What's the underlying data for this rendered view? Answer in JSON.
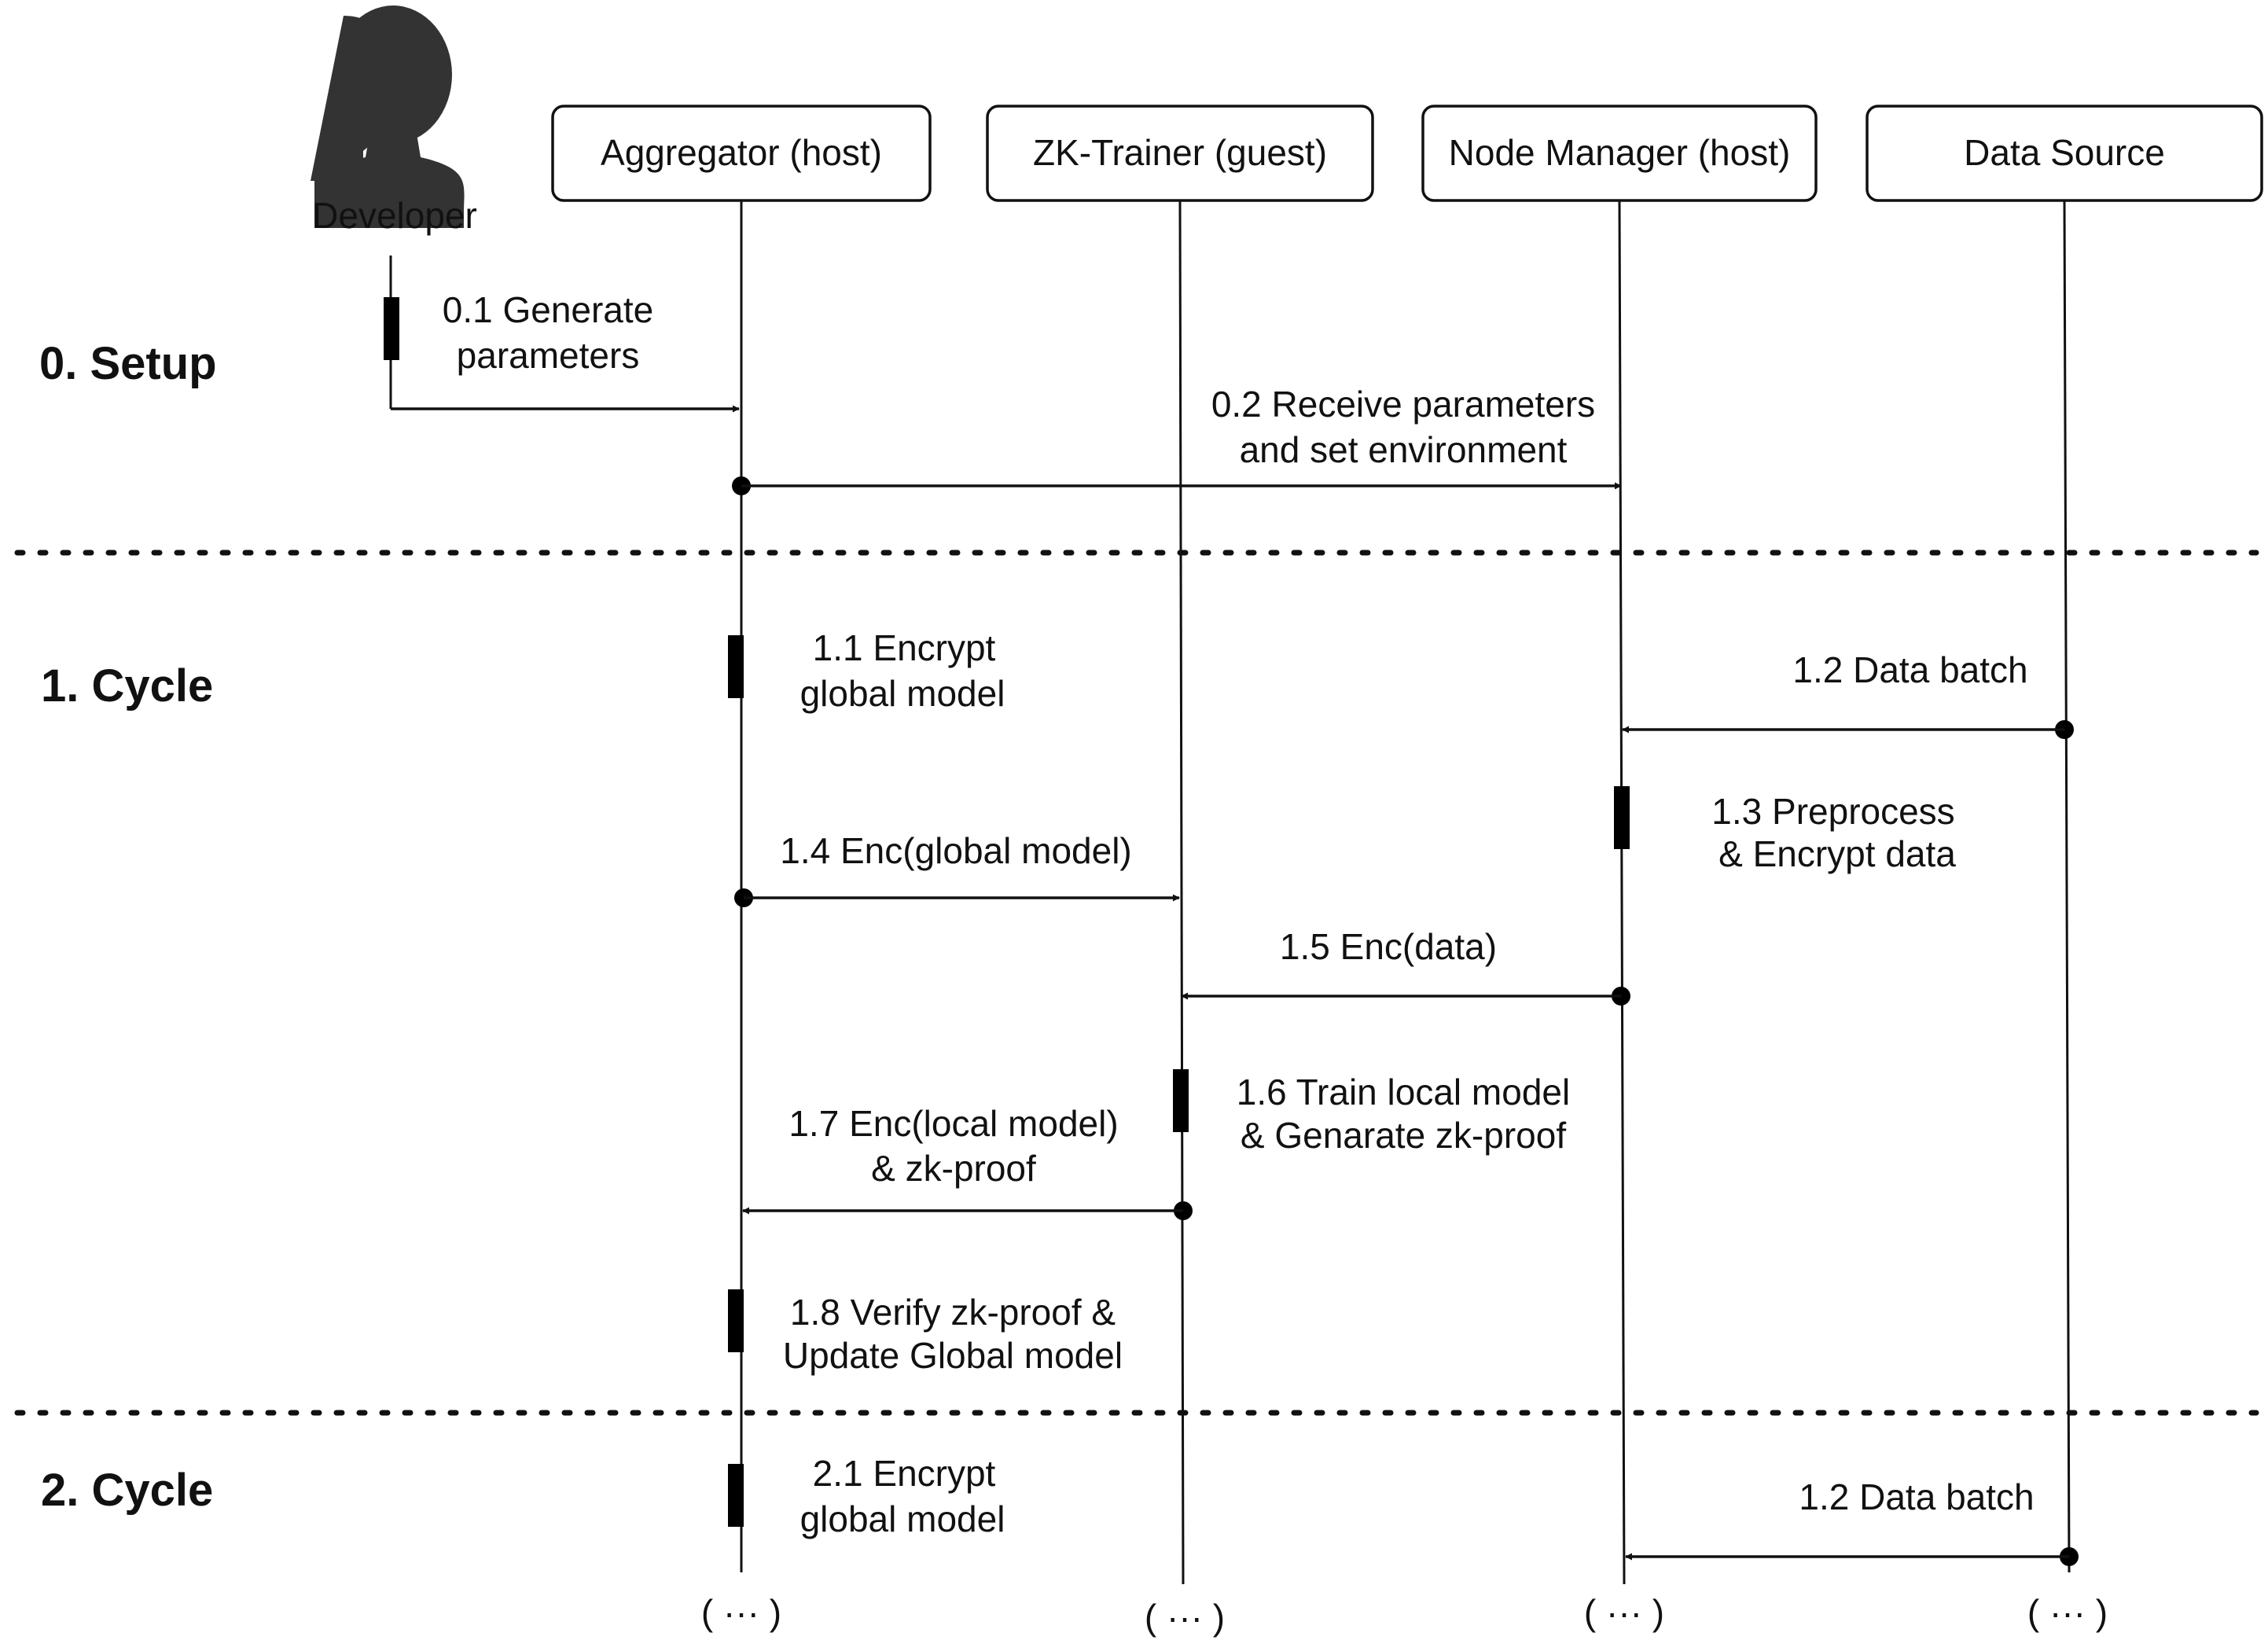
{
  "actor": {
    "label": "Developer",
    "icon": "person-icon"
  },
  "participants": [
    {
      "id": "aggregator",
      "label": "Aggregator (host)"
    },
    {
      "id": "zk_trainer",
      "label": "ZK-Trainer (guest)"
    },
    {
      "id": "node_manager",
      "label": "Node Manager (host)"
    },
    {
      "id": "data_source",
      "label": "Data Source"
    }
  ],
  "phases": [
    {
      "label": "0. Setup"
    },
    {
      "label": "1. Cycle"
    },
    {
      "label": "2. Cycle"
    }
  ],
  "steps": {
    "s0_1": {
      "line1": "0.1 Generate",
      "line2": "parameters"
    },
    "s0_2": {
      "line1": "0.2 Receive parameters",
      "line2": "and set environment"
    },
    "s1_1": {
      "line1": "1.1 Encrypt",
      "line2": "global model"
    },
    "s1_2": {
      "line1": "1.2 Data batch"
    },
    "s1_3": {
      "line1": "1.3 Preprocess",
      "line2": "& Encrypt data"
    },
    "s1_4": {
      "line1": "1.4 Enc(global model)"
    },
    "s1_5": {
      "line1": "1.5 Enc(data)"
    },
    "s1_6": {
      "line1": "1.6 Train local model",
      "line2": "& Genarate zk-proof"
    },
    "s1_7": {
      "line1": "1.7 Enc(local model)",
      "line2": "& zk-proof"
    },
    "s1_8": {
      "line1": "1.8 Verify zk-proof &",
      "line2": "Update Global model"
    },
    "s2_1": {
      "line1": "2.1 Encrypt",
      "line2": "global model"
    },
    "s2_2": {
      "line1": "1.2 Data batch"
    }
  },
  "continuation": "( ··· )"
}
